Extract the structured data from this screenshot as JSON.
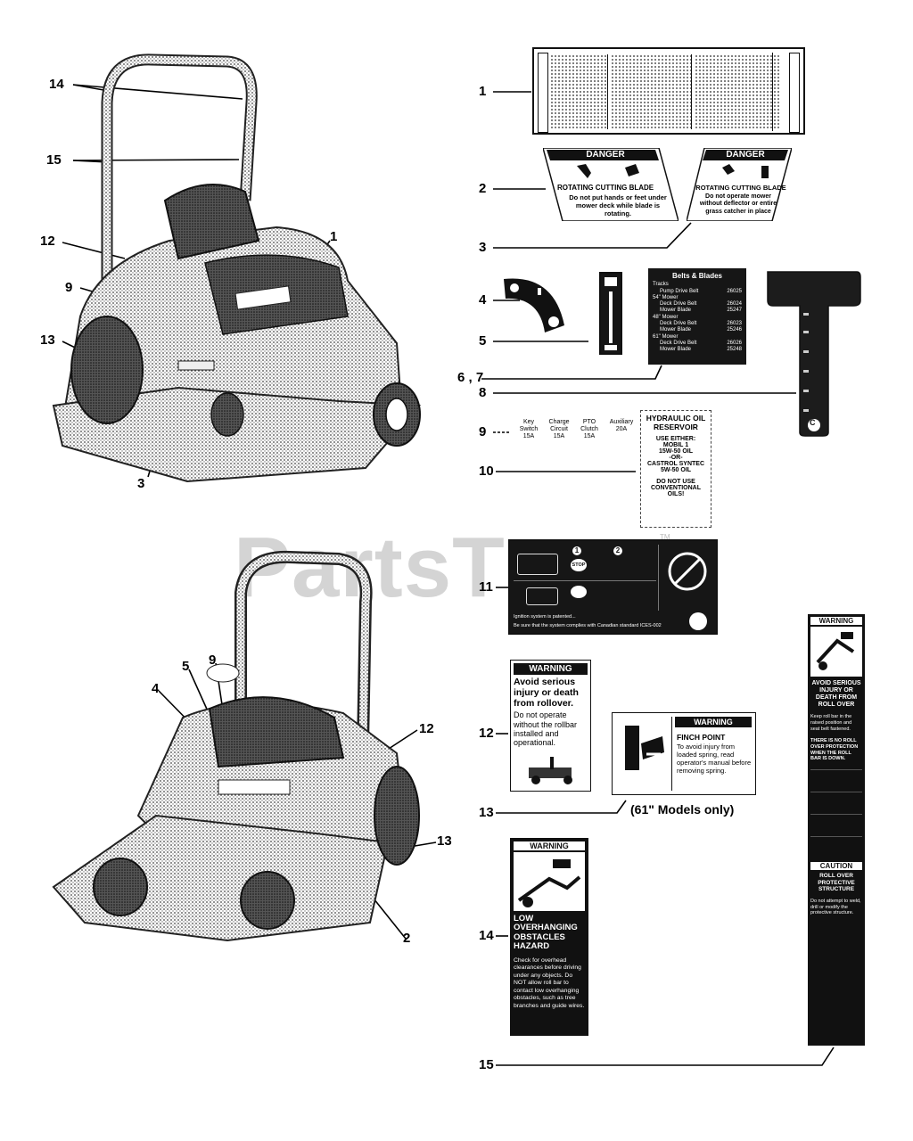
{
  "watermark": "PartsT",
  "watermark_tm": "TM",
  "callouts_top": [
    "14",
    "15",
    "12",
    "9",
    "13",
    "3",
    "1"
  ],
  "callouts_bottom": [
    "5",
    "9",
    "4",
    "12",
    "13",
    "2"
  ],
  "index_labels": [
    "1",
    "2",
    "3",
    "4",
    "5",
    "6 , 7",
    "8",
    "9",
    "10",
    "11",
    "12",
    "13",
    "14",
    "15"
  ],
  "decal2": {
    "head": "DANGER",
    "title": "ROTATING CUTTING BLADE",
    "body": "Do not put hands or feet under mower deck while blade is rotating."
  },
  "decal3": {
    "head": "DANGER",
    "title": "ROTATING CUTTING BLADE",
    "body": "Do not operate mower without deflector or entire grass catcher in place"
  },
  "decal6": {
    "title": "Belts & Blades",
    "rows": [
      {
        "name": "Tracks",
        "part": ""
      },
      {
        "name": "Pump Drive Belt",
        "part": "26025"
      },
      {
        "name": "54\" Mower",
        "part": ""
      },
      {
        "name": "Deck Drive Belt",
        "part": "26024"
      },
      {
        "name": "Mower Blade",
        "part": "25247"
      },
      {
        "name": "48\" Mower",
        "part": ""
      },
      {
        "name": "Deck Drive Belt",
        "part": "26023"
      },
      {
        "name": "Mower Blade",
        "part": "25246"
      },
      {
        "name": "61\" Mower",
        "part": ""
      },
      {
        "name": "Deck Drive Belt",
        "part": "26026"
      },
      {
        "name": "Mower Blade",
        "part": "25248"
      }
    ]
  },
  "decal9": {
    "fuses": [
      {
        "name": "Key Switch",
        "amp": "15A"
      },
      {
        "name": "Charge Circuit",
        "amp": "15A"
      },
      {
        "name": "PTO Clutch",
        "amp": "15A"
      },
      {
        "name": "Auxiliary",
        "amp": "20A"
      }
    ]
  },
  "decal10": {
    "lines": [
      "HYDRAULIC OIL",
      "RESERVOIR",
      "USE EITHER:",
      "MOBIL 1",
      "15W-50 OIL",
      "-OR-",
      "CASTROL SYNTEC",
      "5W-50 OIL",
      "DO NOT USE",
      "CONVENTIONAL OILS!"
    ]
  },
  "decal11": {
    "step1": "1",
    "step2": "2",
    "stop": "STOP",
    "footer1": "Ignition system is patented...",
    "footer2": "Be sure that the system complies with Canadian standard ICES-002"
  },
  "decal12": {
    "head": "WARNING",
    "title": "Avoid serious injury or death from rollover.",
    "body": "Do not operate without the rollbar installed and operational."
  },
  "decal13": {
    "head": "WARNING",
    "title": "FINCH POINT",
    "body": "To avoid injury from loaded spring, read operator's manual before removing spring.",
    "note": "(61\" Models only)"
  },
  "decal14": {
    "head": "WARNING",
    "title": "LOW OVERHANGING OBSTACLES HAZARD",
    "body": "Check for overhead clearances before driving under any objects. Do NOT allow roll bar to contact low overhanging obstacles, such as tree branches and guide wires."
  },
  "decal15": {
    "head": "WARNING",
    "title": "AVOID SERIOUS INJURY OR DEATH FROM ROLL OVER",
    "body1": "Keep roll bar in the raised position and seat belt fastened.",
    "body2": "THERE IS NO ROLL OVER PROTECTION WHEN THE ROLL BAR IS DOWN.",
    "caution": "CAUTION",
    "caution_title": "ROLL OVER PROTECTIVE STRUCTURE",
    "caution_body": "Do not attempt to weld, drill or modify the protective structure."
  },
  "decal8": {
    "label": "C"
  }
}
